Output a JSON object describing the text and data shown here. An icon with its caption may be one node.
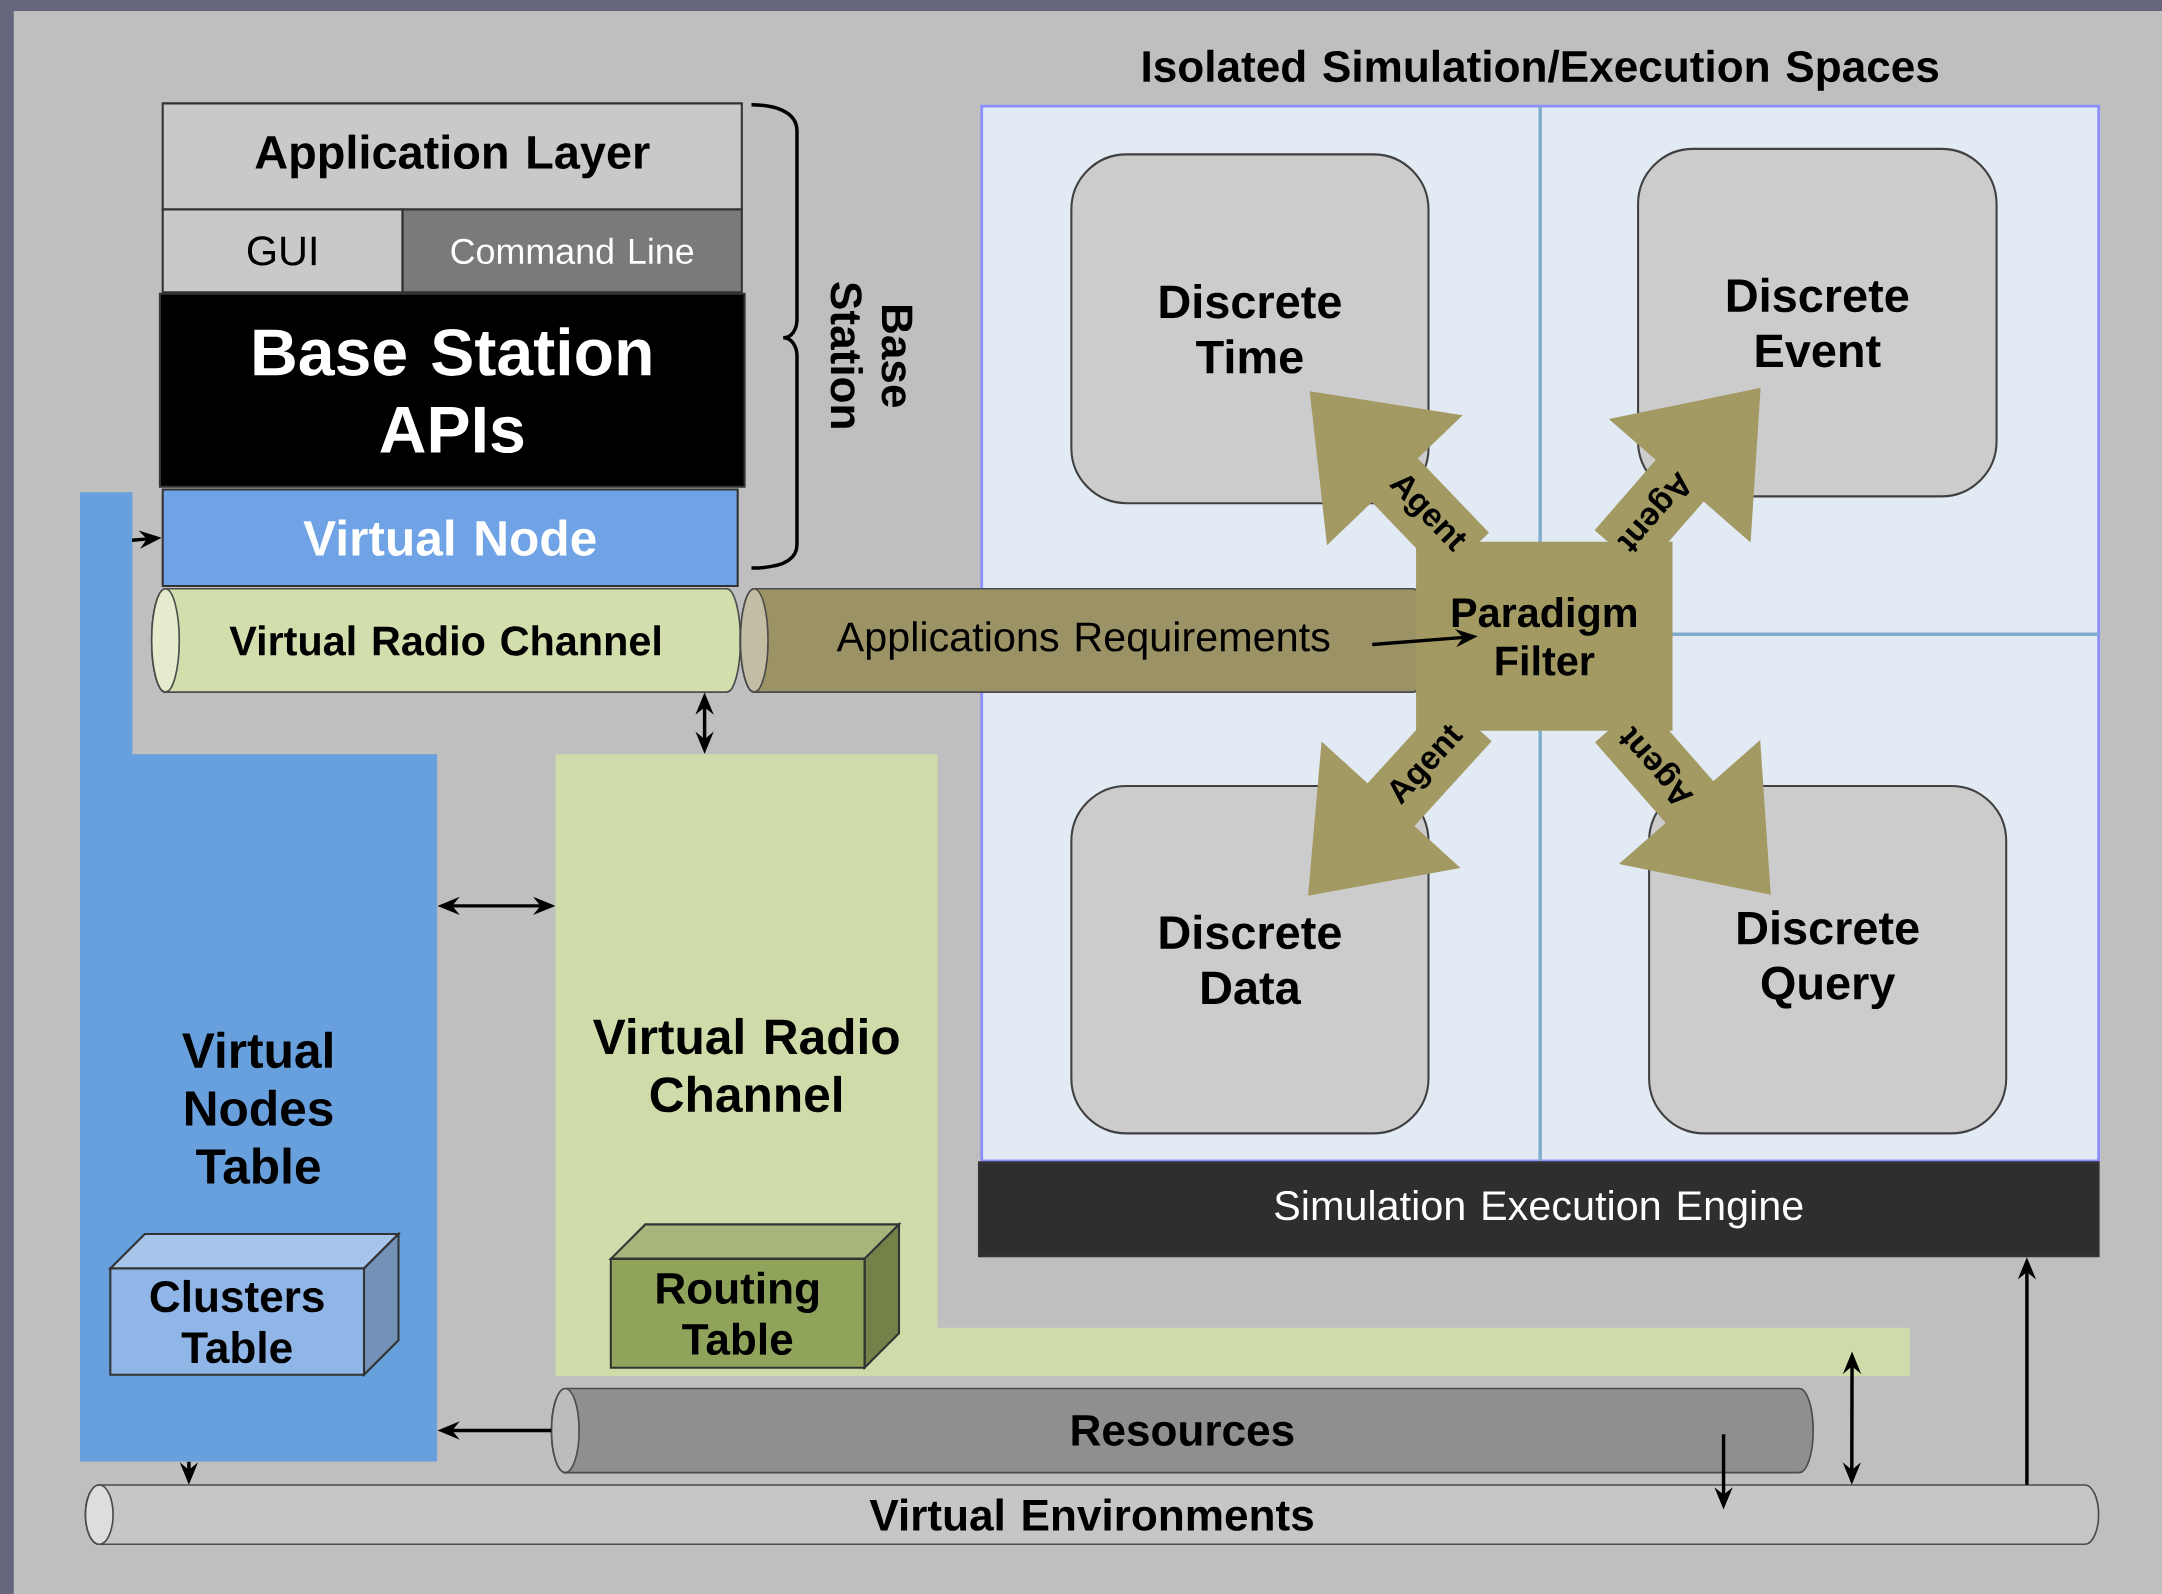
{
  "diagram": {
    "nodes": [
      {
        "text": [
          "Application Layer"
        ]
      },
      {
        "text": [
          "GUI"
        ]
      },
      {
        "text": [
          "Command Line"
        ]
      },
      {
        "text": [
          "Base Station APIs"
        ]
      },
      {
        "text": [
          "Virtual Node"
        ]
      },
      {
        "text": [
          "Virtual Radio Channel"
        ]
      },
      {
        "text": [
          "Applications Requirements"
        ]
      },
      {
        "text": [
          "Isolated Simulation/Execution Spaces"
        ]
      },
      {
        "text": [
          "Discrete Time"
        ],
        "in": 7
      },
      {
        "text": [
          "Discrete Event"
        ],
        "in": 7
      },
      {
        "text": [
          "Discrete Data"
        ],
        "in": 7
      },
      {
        "text": [
          "Discrete Query"
        ],
        "in": 7
      },
      {
        "text": [
          "Paradigm Filter"
        ],
        "in": 7
      },
      {
        "text": [
          "Virtual Nodes Table"
        ]
      },
      {
        "text": [
          "Clusters Table"
        ],
        "in": 13
      },
      {
        "text": [
          "Virtual Radio Channel"
        ]
      },
      {
        "text": [
          "Routing Table"
        ],
        "in": 15
      },
      {
        "text": [
          "Simulation Execution Engine"
        ]
      },
      {
        "text": [
          "Resources"
        ]
      },
      {
        "text": [
          "Virtual Environments"
        ]
      }
    ],
    "edges": [
      {
        "from": 13,
        "to": 4,
        "arrow": "to"
      },
      {
        "from": 5,
        "to": 15,
        "arrow": "both"
      },
      {
        "from": 13,
        "to": 15,
        "arrow": "both"
      },
      {
        "from": 6,
        "to": 12,
        "arrow": "to"
      },
      {
        "from": 12,
        "to": 8,
        "arrow": "to",
        "label": "Agent",
        "style": "thick",
        "color": "#a39a63"
      },
      {
        "from": 12,
        "to": 9,
        "arrow": "to",
        "label": "Agent",
        "style": "thick",
        "color": "#a39a63"
      },
      {
        "from": 12,
        "to": 10,
        "arrow": "to",
        "label": "Agent",
        "style": "thick",
        "color": "#a39a63"
      },
      {
        "from": 12,
        "to": 11,
        "arrow": "to",
        "label": "Agent",
        "style": "thick",
        "color": "#a39a63"
      },
      {
        "from": 18,
        "to": 13,
        "arrow": "to"
      },
      {
        "from": 13,
        "to": 19,
        "arrow": "to"
      },
      {
        "from": 18,
        "to": 19,
        "arrow": "to"
      },
      {
        "from": 19,
        "to": 15,
        "arrow": "both"
      },
      {
        "from": 19,
        "to": 17,
        "arrow": "to"
      }
    ],
    "labels": [
      "Base Station"
    ]
  }
}
